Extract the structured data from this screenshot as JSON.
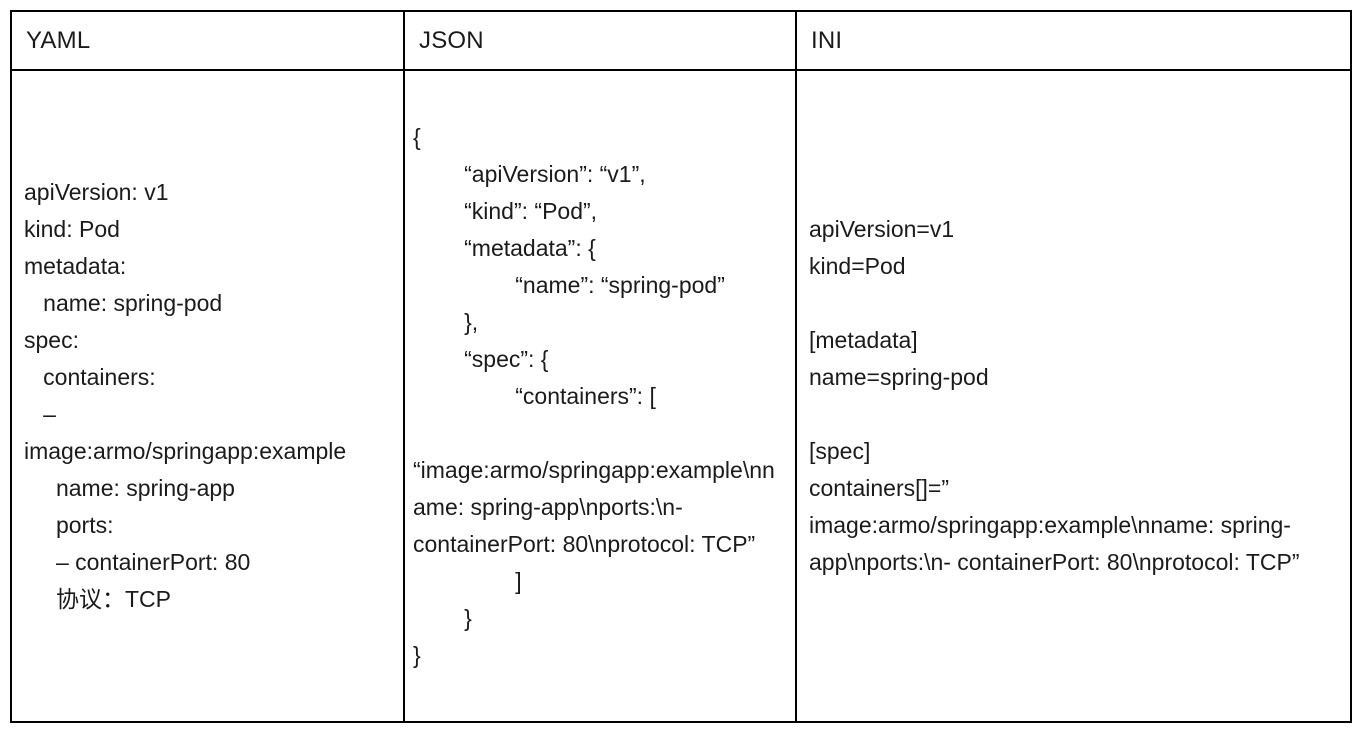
{
  "table": {
    "columns": [
      {
        "id": "yaml",
        "header": "YAML"
      },
      {
        "id": "json",
        "header": "JSON"
      },
      {
        "id": "ini",
        "header": "INI"
      }
    ],
    "cells": {
      "yaml": {
        "lines": [
          "apiVersion: v1",
          "kind: Pod",
          "metadata:",
          "   name: spring-pod",
          "spec:",
          "   containers:",
          "   –",
          "image:armo/springapp:example",
          "     name: spring-app",
          "     ports:",
          "     – containerPort: 80",
          "     协议：TCP"
        ],
        "text": "apiVersion: v1\nkind: Pod\nmetadata:\n   name: spring-pod\nspec:\n   containers:\n   –\nimage:armo/springapp:example\n     name: spring-app\n     ports:\n     – containerPort: 80\n     协议：TCP"
      },
      "json": {
        "lines": [
          "{",
          "        “apiVersion”: “v1”,",
          "        “kind”: “Pod”,",
          "        “metadata”: {",
          "                “name”: “spring-pod”",
          "        },",
          "        “spec”: {",
          "                “containers”: [",
          "",
          "“image:armo/springapp:example\\nname: spring-app\\nports:\\n- containerPort: 80\\nprotocol: TCP”",
          "                ]",
          "        }",
          "}"
        ],
        "text": "{\n        “apiVersion”: “v1”,\n        “kind”: “Pod”,\n        “metadata”: {\n                “name”: “spring-pod”\n        },\n        “spec”: {\n                “containers”: [\n\n“image:armo/springapp:example\\nname: spring-app\\nports:\\n- containerPort: 80\\nprotocol: TCP”\n                ]\n        }\n}"
      },
      "ini": {
        "lines": [
          "apiVersion=v1",
          "kind=Pod",
          "",
          "[metadata]",
          "name=spring-pod",
          "",
          "[spec]",
          "containers[]=”",
          "image:armo/springapp:example\\nname: spring-app\\nports:\\n- containerPort: 80\\nprotocol: TCP”"
        ],
        "text": "apiVersion=v1\nkind=Pod\n\n[metadata]\nname=spring-pod\n\n[spec]\ncontainers[]=”\nimage:armo/springapp:example\\nname: spring-app\\nports:\\n- containerPort: 80\\nprotocol: TCP”"
      }
    }
  },
  "colors": {
    "border": "#000000",
    "text": "#1b1b1b",
    "background": "#ffffff"
  }
}
